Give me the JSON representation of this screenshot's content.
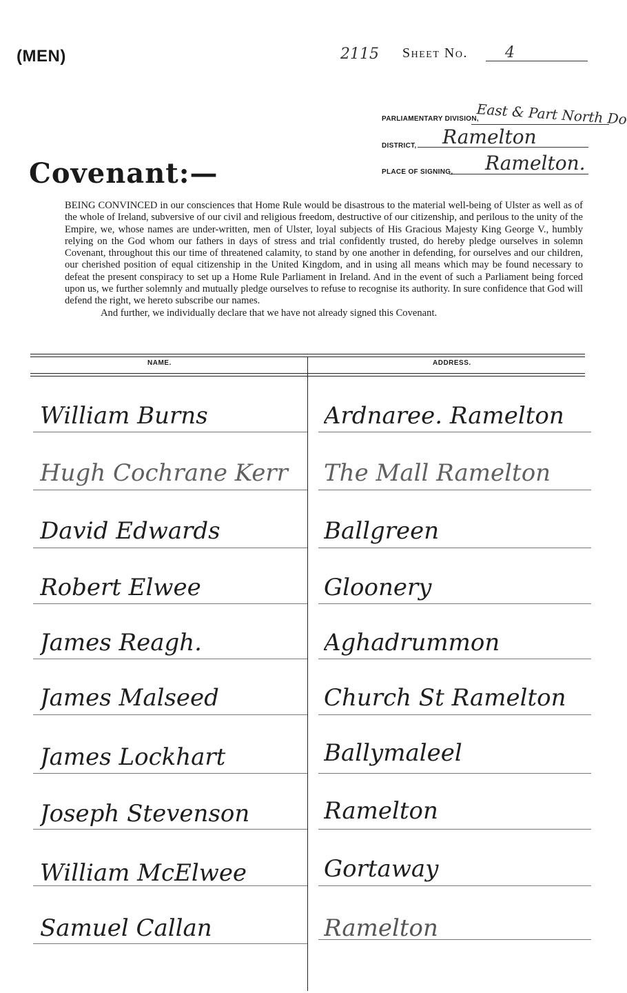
{
  "header": {
    "men_label": "(MEN)",
    "sheet_number_handwritten": "2115",
    "sheet_label": "Sheet No.",
    "sheet_value": "4"
  },
  "fields": {
    "parliamentary_division": {
      "label": "PARLIAMENTARY DIVISION,",
      "value": "East & Part North Donegal"
    },
    "district": {
      "label": "DISTRICT,",
      "value": "Ramelton"
    },
    "place_of_signing": {
      "label": "PLACE OF SIGNING,",
      "value": "Ramelton."
    }
  },
  "title": "Covenant:—",
  "body": {
    "paragraph1": "BEING CONVINCED in our consciences that Home Rule would be disastrous to the material well-being of Ulster as well as of the whole of Ireland, subversive of our civil and religious freedom, destructive of our citizenship, and perilous to the unity of the Empire, we, whose names are under-written, men of Ulster, loyal subjects of His Gracious Majesty King George V., humbly relying on the God whom our fathers in days of stress and trial confidently trusted, do hereby pledge ourselves in solemn Covenant, throughout this our time of threatened calamity, to stand by one another in defending, for ourselves and our children, our cherished position of equal citizenship in the United Kingdom, and in using all means which may be found necessary to defeat the present conspiracy to set up a Home Rule Parliament in Ireland. And in the event of such a Parliament being forced upon us, we further solemnly and mutually pledge ourselves to refuse to recognise its authority. In sure confidence that God will defend the right, we hereto subscribe our names.",
    "paragraph2": "And further, we individually declare that we have not already signed this Covenant."
  },
  "table": {
    "headers": {
      "name": "NAME.",
      "address": "ADDRESS."
    },
    "rows": [
      {
        "name": "William Burns",
        "address": "Ardnaree. Ramelton"
      },
      {
        "name": "Hugh Cochrane Kerr",
        "address": "The Mall Ramelton"
      },
      {
        "name": "David Edwards",
        "address": "Ballgreen"
      },
      {
        "name": "Robert Elwee",
        "address": "Gloonery"
      },
      {
        "name": "James Reagh.",
        "address": "Aghadrummon"
      },
      {
        "name": "James Malseed",
        "address": "Church St Ramelton"
      },
      {
        "name": "James Lockhart",
        "address": "Ballymaleel"
      },
      {
        "name": "Joseph Stevenson",
        "address": "Ramelton"
      },
      {
        "name": "William McElwee",
        "address": "Gortaway"
      },
      {
        "name": "Samuel Callan",
        "address": "Ramelton"
      }
    ]
  }
}
